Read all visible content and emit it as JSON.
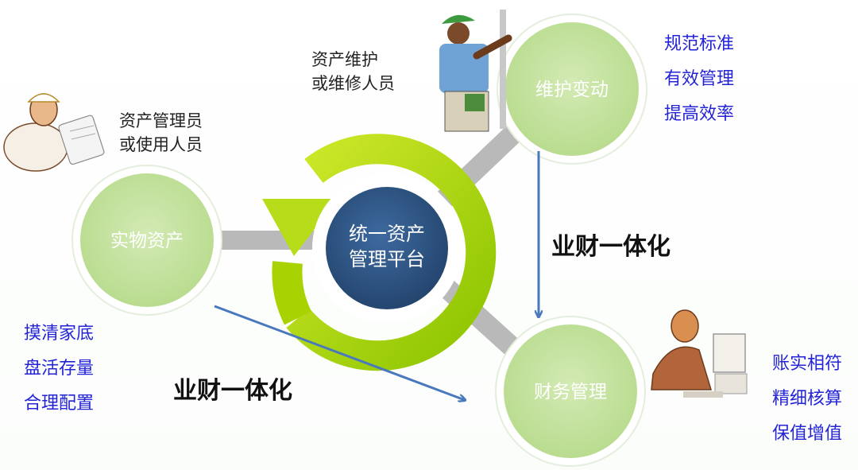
{
  "nodes": {
    "physical": "实物资产",
    "maintain": "维护变动",
    "finance": "财务管理",
    "hub_line1": "统一资产",
    "hub_line2": "管理平台"
  },
  "roles": {
    "admin_line1": "资产管理员",
    "admin_line2": "或使用人员",
    "repair_line1": "资产维护",
    "repair_line2": "或维修人员"
  },
  "integration_label": "业财一体化",
  "left_list": [
    "摸清家底",
    "盘活存量",
    "合理配置"
  ],
  "top_right_list": [
    "规范标准",
    "有效管理",
    "提高效率"
  ],
  "bottom_right_list": [
    "账实相符",
    "精细核算",
    "保值增值"
  ],
  "colors": {
    "node_green": "#c5e3a0",
    "hub_blue": "#2f5687",
    "ring_green": "#a8d200",
    "arrow_blue": "#4a78be",
    "list_blue": "#2424d6"
  }
}
